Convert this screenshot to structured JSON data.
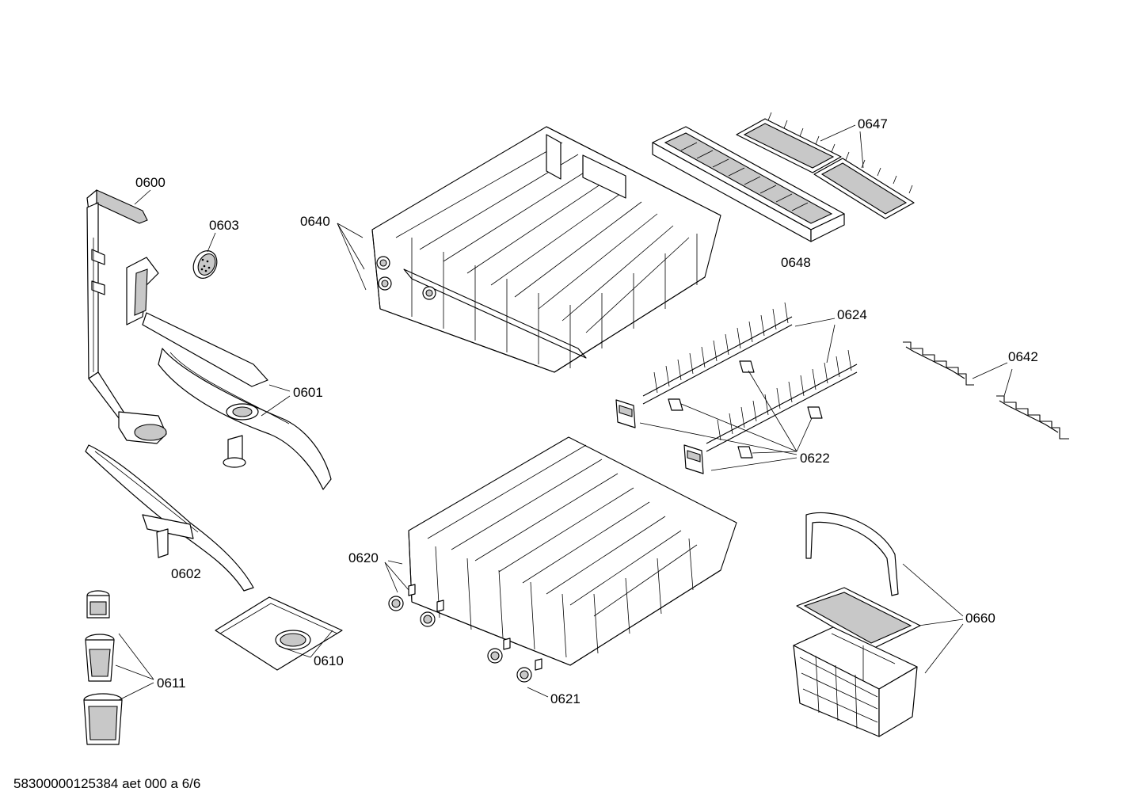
{
  "labels": {
    "p0600": "0600",
    "p0601": "0601",
    "p0602": "0602",
    "p0603": "0603",
    "p0610": "0610",
    "p0611": "0611",
    "p0620": "0620",
    "p0621": "0621",
    "p0622": "0622",
    "p0624": "0624",
    "p0640": "0640",
    "p0642": "0642",
    "p0647": "0647",
    "p0648": "0648",
    "p0660": "0660"
  },
  "footer": {
    "code": "58300000125384 aet 000 a 6/6"
  }
}
